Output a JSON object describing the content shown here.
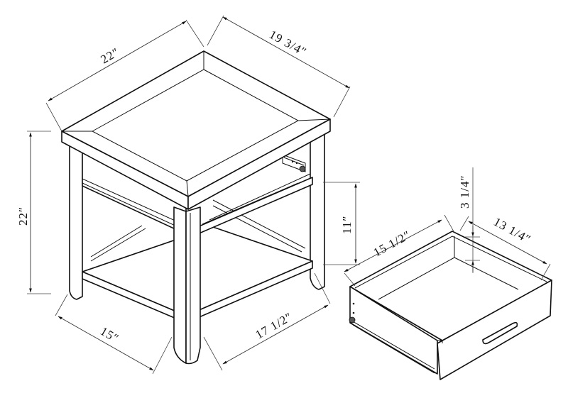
{
  "diagram": {
    "subject": "End table with drawer",
    "colors": {
      "line": "#111111",
      "background": "#ffffff"
    }
  },
  "dimensions": {
    "table_top_width": "22″",
    "table_top_depth": "19 3/4″",
    "table_height": "22″",
    "shelf_gap_height": "11″",
    "base_width": "15″",
    "base_depth": "17 1/2″",
    "drawer_width": "15 1/2″",
    "drawer_depth": "13 1/4″",
    "drawer_height": "3 1/4″"
  }
}
